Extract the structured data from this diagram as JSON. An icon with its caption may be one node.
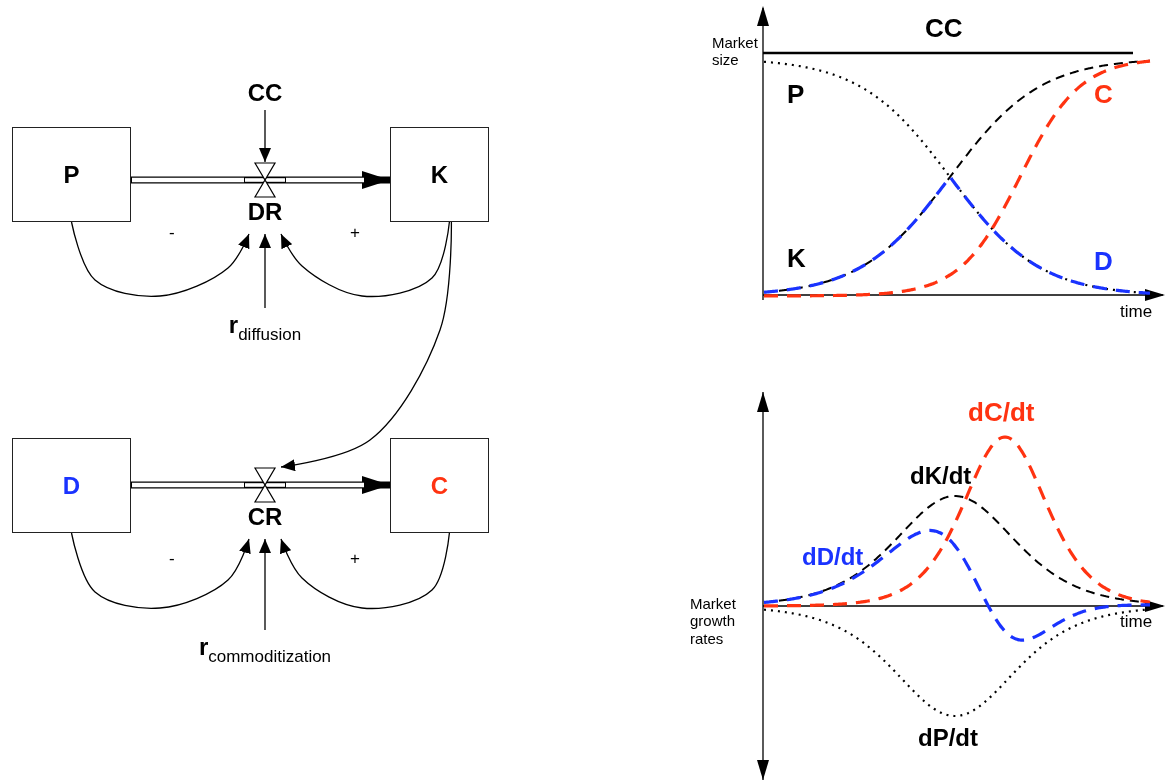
{
  "diagram": {
    "nodes": [
      {
        "text": [
          "P"
        ]
      },
      {
        "text": [
          "K"
        ]
      },
      {
        "text": [
          "D"
        ]
      },
      {
        "text": [
          "C"
        ]
      },
      {
        "text": [
          "CC"
        ]
      },
      {
        "text": [
          "DR"
        ]
      },
      {
        "text": [
          "**r**$_{diffusion}$"
        ]
      },
      {
        "text": [
          "CR"
        ]
      },
      {
        "text": [
          "**r**$_{commoditization}$"
        ]
      }
    ],
    "edges": [
      {
        "from": 0,
        "to": 5,
        "arrow": "none",
        "style": "thick"
      },
      {
        "from": 5,
        "to": 1,
        "arrow": "to",
        "style": "thick"
      },
      {
        "from": 4,
        "to": 5,
        "arrow": "to"
      },
      {
        "from": 0,
        "to": 5,
        "arrow": "to",
        "label": "-"
      },
      {
        "from": 1,
        "to": 5,
        "arrow": "to",
        "label": "+"
      },
      {
        "from": 6,
        "to": 5,
        "arrow": "to"
      },
      {
        "from": 1,
        "to": 7,
        "arrow": "to"
      },
      {
        "from": 2,
        "to": 7,
        "arrow": "none",
        "style": "thick"
      },
      {
        "from": 7,
        "to": 3,
        "arrow": "to",
        "style": "thick"
      },
      {
        "from": 2,
        "to": 7,
        "arrow": "to",
        "label": "-"
      },
      {
        "from": 3,
        "to": 7,
        "arrow": "to",
        "label": "+"
      },
      {
        "from": 8,
        "to": 7,
        "arrow": "to"
      }
    ],
    "labels": [
      "Market size",
      "CC",
      "P",
      "C",
      "K",
      "D",
      "time",
      "Market growth rates",
      "dC/dt",
      "dK/dt",
      "dD/dt",
      "dP/dt",
      "time"
    ]
  }
}
